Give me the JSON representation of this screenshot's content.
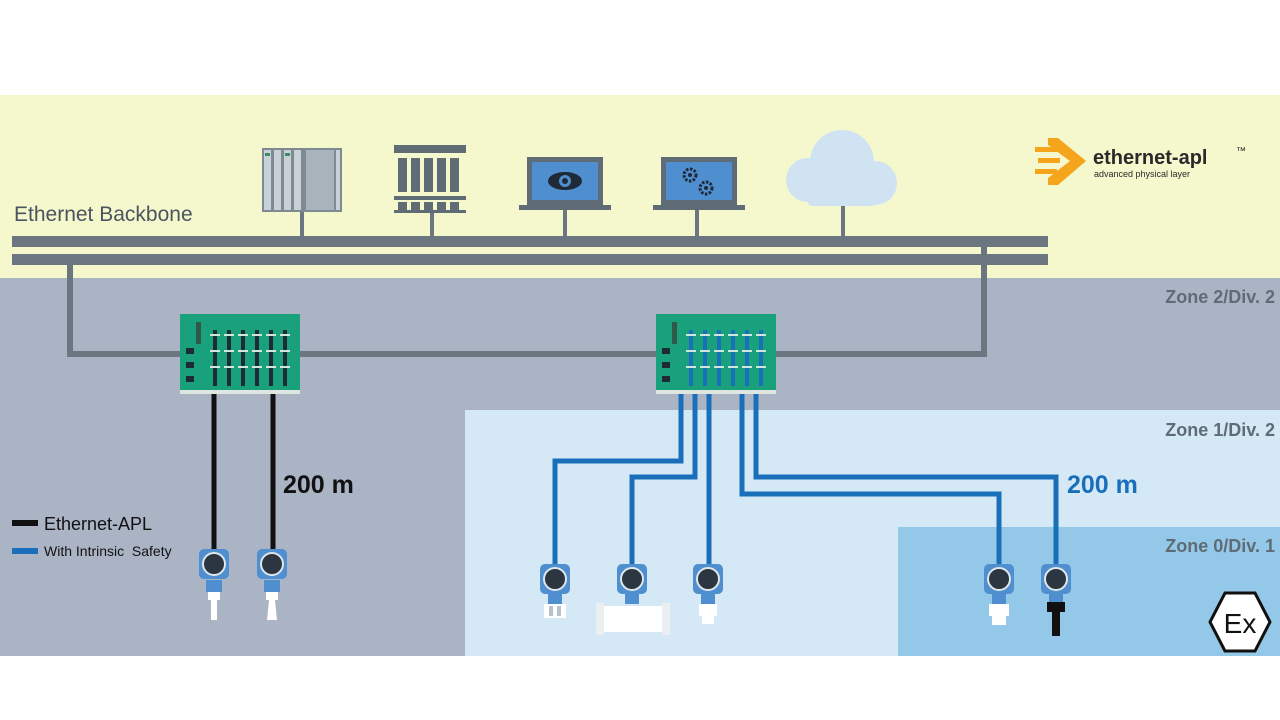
{
  "backbone": {
    "title": "Ethernet Backbone"
  },
  "logo": {
    "name": "ethernet-apl",
    "tm": "™",
    "tagline": "advanced physical layer",
    "color": "#f5a51c"
  },
  "zones": [
    {
      "id": "zone2",
      "label": "Zone 2/Div. 2",
      "color": "#aab4c4"
    },
    {
      "id": "zone1",
      "label": "Zone 1/Div. 2",
      "color": "#d4e8f6"
    },
    {
      "id": "zone0",
      "label": "Zone 0/Div. 1",
      "color": "#93c8e8"
    }
  ],
  "distances": {
    "left": "200 m",
    "right": "200 m"
  },
  "legend": {
    "items": [
      {
        "label": "Ethernet-APL",
        "color": "#111111"
      },
      {
        "label": "With Intrinsic  Safety",
        "color": "#1a6fba"
      }
    ]
  },
  "ex_mark": {
    "text": "Ex"
  },
  "colors": {
    "backbone_band": "#f5f7cc",
    "bus": "#6b7680",
    "switch": "#18a17a",
    "apl_cable": "#111111",
    "is_cable": "#1a6fba",
    "device_blue": "#4f8fd0",
    "cloud": "#cfe3f3"
  },
  "icons": [
    "controller-rack-icon",
    "io-rack-icon",
    "monitoring-laptop-icon",
    "engineering-laptop-icon",
    "cloud-icon"
  ]
}
